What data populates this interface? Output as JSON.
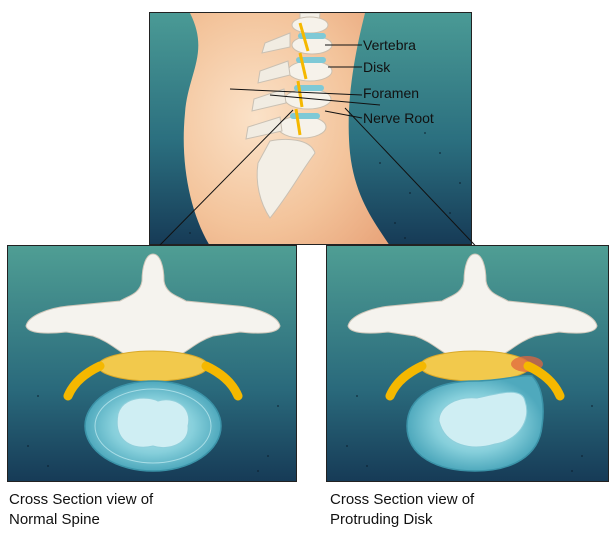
{
  "labels": {
    "vertebra": "Vertebra",
    "disk": "Disk",
    "foramen": "Foramen",
    "nerve_root": "Nerve Root"
  },
  "captions": {
    "left": [
      "Cross Section view of",
      "Normal Spine"
    ],
    "right": [
      "Cross Section view of",
      "Protruding Disk"
    ]
  },
  "colors": {
    "background_dark": "#163a56",
    "background_teal": "#3f8f93",
    "skin": "#f2c29c",
    "bone": "#f3f1ec",
    "disk_blue": "#7ec9d6",
    "nerve_yellow": "#f5b800",
    "fat_orange": "#f2c94c"
  }
}
